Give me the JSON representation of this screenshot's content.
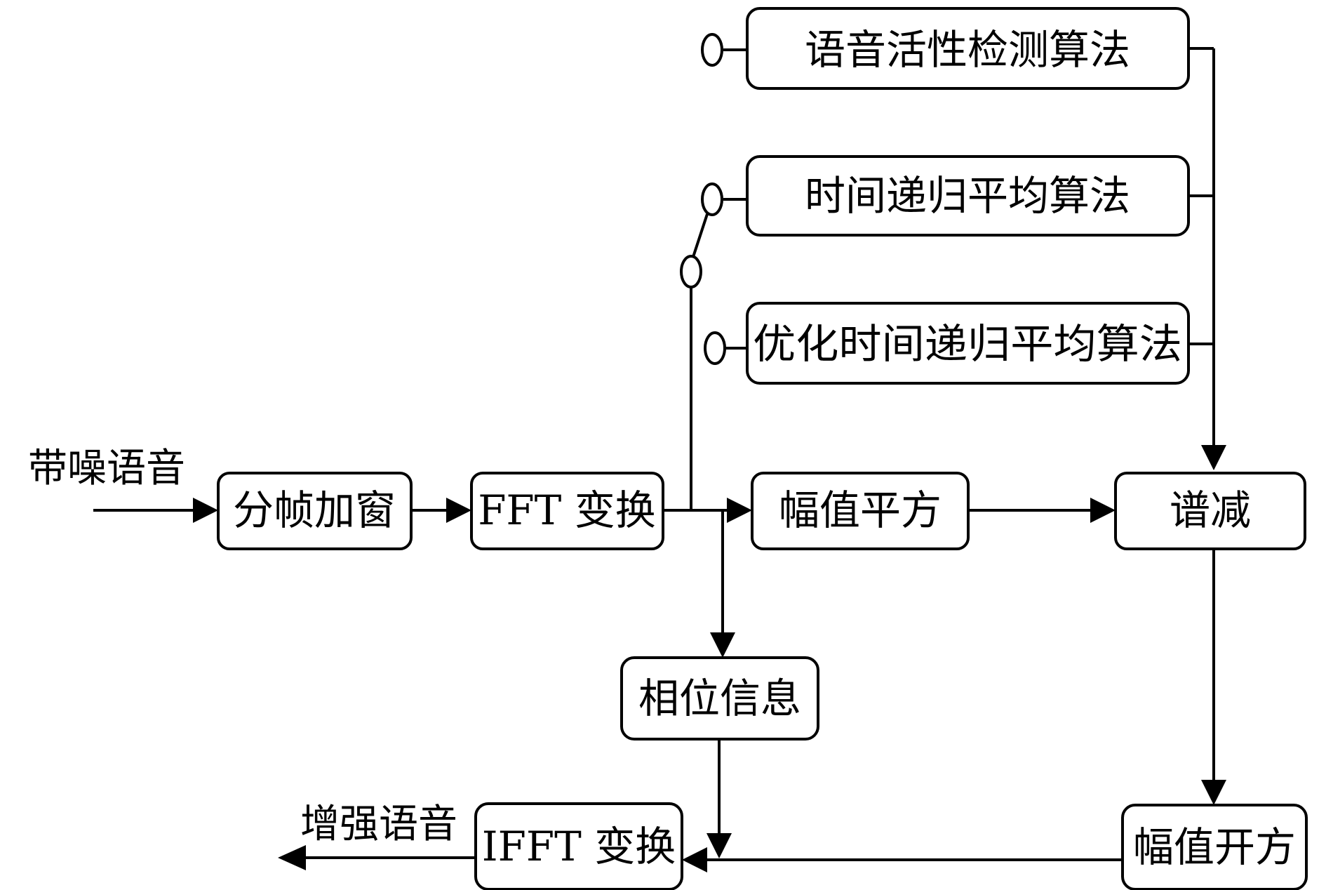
{
  "diagram": {
    "input_label": "带噪语音",
    "output_label": "增强语音",
    "algorithms": {
      "vad": "语音活性检测算法",
      "time_recursive": "时间递归平均算法",
      "optimized_time_recursive": "优化时间递归平均算法"
    },
    "blocks": {
      "framing": "分帧加窗",
      "fft": "FFT 变换",
      "magnitude_square": "幅值平方",
      "spectral_subtraction": "谱减",
      "phase": "相位信息",
      "magnitude_sqrt": "幅值开方",
      "ifft": "IFFT 变换"
    }
  }
}
